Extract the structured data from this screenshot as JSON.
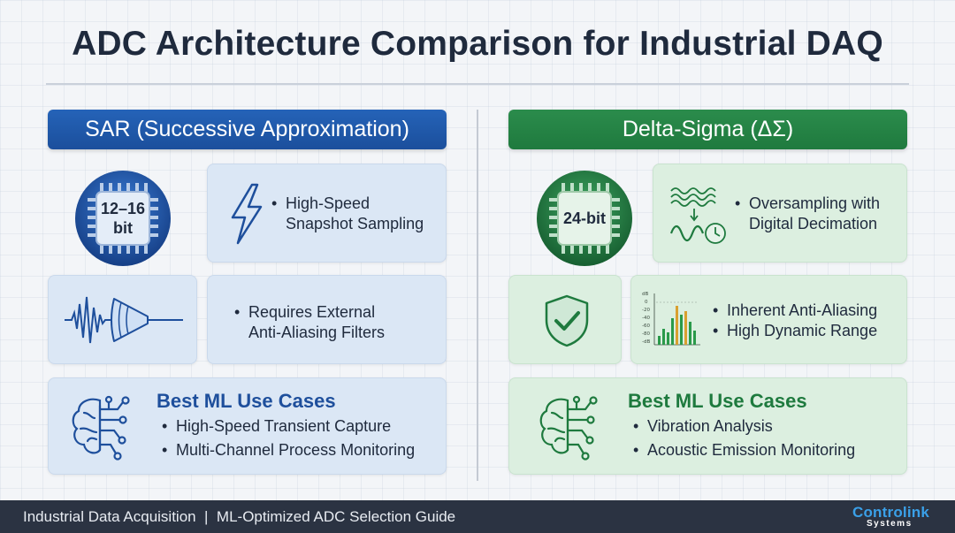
{
  "title": "ADC Architecture Comparison for Industrial DAQ",
  "sar": {
    "header": "SAR (Successive Approximation)",
    "chip_label": "12–16\nbit",
    "speed_bullets": [
      "High-Speed\nSnapshot Sampling"
    ],
    "filter_bullets": [
      "Requires External\nAnti-Aliasing Filters"
    ],
    "ml": {
      "title": "Best ML Use Cases",
      "items": [
        "High-Speed Transient Capture",
        "Multi-Channel Process Monitoring"
      ]
    }
  },
  "ds": {
    "header": "Delta-Sigma (ΔΣ)",
    "chip_label": "24-bit",
    "oversampling_bullets": [
      "Oversampling with\nDigital Decimation"
    ],
    "feature_bullets": [
      "Inherent Anti-Aliasing",
      "High Dynamic Range"
    ],
    "spectrum_axis_ticks": [
      "dB",
      "0",
      "-20",
      "-40",
      "-60",
      "-80",
      "-dB"
    ],
    "ml": {
      "title": "Best ML Use Cases",
      "items": [
        "Vibration Analysis",
        "Acoustic Emission Monitoring"
      ]
    }
  },
  "footer": {
    "text": "Industrial Data Acquisition  |  ML-Optimized ADC Selection Guide",
    "logo_main": "Controlink",
    "logo_sub": "Systems"
  },
  "colors": {
    "sar_primary": "#1e4f9c",
    "ds_primary": "#1e7a3e",
    "footer_bg": "#2b3342"
  },
  "icons": [
    "cpu-chip-icon",
    "lightning-bolt-icon",
    "signal-cone-icon",
    "wave-clock-icon",
    "shield-check-icon",
    "spectrum-bars-icon",
    "brain-circuit-icon"
  ]
}
